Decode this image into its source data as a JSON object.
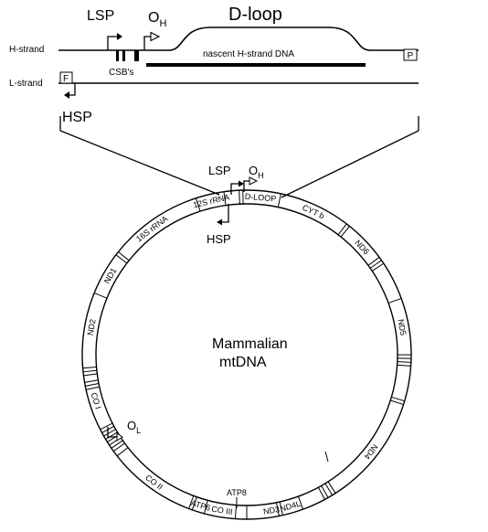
{
  "linear_map": {
    "h_strand_label": "H-strand",
    "l_strand_label": "L-strand",
    "lsp_label": "LSP",
    "oh_label_main": "O",
    "oh_label_sub": "H",
    "dloop_title": "D-loop",
    "nascent_label": "nascent H-strand  DNA",
    "csb_label": "CSB's",
    "f_box": "F",
    "p_box": "P",
    "hsp_label": "HSP"
  },
  "circle_map": {
    "lsp_label": "LSP",
    "oh_label_main": "O",
    "oh_label_sub": "H",
    "hsp_label": "HSP",
    "center_line1": "Mammalian",
    "center_line2": "mtDNA",
    "ol_label_main": "O",
    "ol_label_sub": "L",
    "genes": {
      "d_loop": "D-LOOP",
      "cyt_b": "CYT b",
      "nd6": "ND6",
      "nd5": "ND5",
      "nd4": "ND4",
      "nd4l": "ND4L",
      "nd3": "ND3",
      "co3": "CO III",
      "atp6": "ATP6",
      "atp8": "ATP8",
      "co2": "CO II",
      "co1": "CO I",
      "nd2": "ND2",
      "nd1": "ND1",
      "rrna16s": "16S rRNA",
      "rrna12s": "12S rRNA"
    }
  }
}
